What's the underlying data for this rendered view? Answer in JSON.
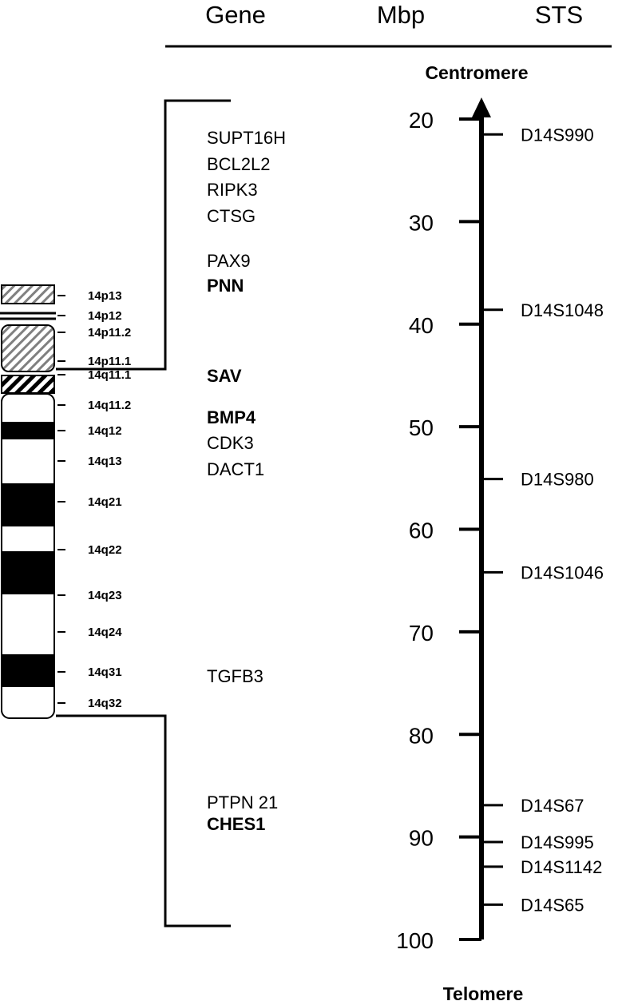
{
  "headers": {
    "gene": "Gene",
    "mbp": "Mbp",
    "sts": "STS"
  },
  "ends": {
    "top": "Centromere",
    "bottom": "Telomere"
  },
  "ideogram": {
    "pattern_colors": {
      "stalk_hatch": "#808080",
      "centromere_hatch": "#000000",
      "dark_band": "#000000",
      "light_band": "#ffffff"
    },
    "bands": [
      {
        "label": "14p13"
      },
      {
        "label": "14p12"
      },
      {
        "label": "14p11.2"
      },
      {
        "label": "14p11.1"
      },
      {
        "label": "14q11.1"
      },
      {
        "label": "14q11.2"
      },
      {
        "label": "14q12"
      },
      {
        "label": "14q13"
      },
      {
        "label": "14q21"
      },
      {
        "label": "14q22"
      },
      {
        "label": "14q23"
      },
      {
        "label": "14q24"
      },
      {
        "label": "14q31"
      },
      {
        "label": "14q32"
      }
    ]
  },
  "genes": [
    {
      "name": "SUPT16H",
      "bold": false
    },
    {
      "name": "BCL2L2",
      "bold": false
    },
    {
      "name": "RIPK3",
      "bold": false
    },
    {
      "name": "CTSG",
      "bold": false
    },
    {
      "name": "PAX9",
      "bold": false
    },
    {
      "name": "PNN",
      "bold": true
    },
    {
      "name": "SAV",
      "bold": true
    },
    {
      "name": "BMP4",
      "bold": true
    },
    {
      "name": "CDK3",
      "bold": false
    },
    {
      "name": "DACT1",
      "bold": false
    },
    {
      "name": "TGFB3",
      "bold": false
    },
    {
      "name": "PTPN 21",
      "bold": false
    },
    {
      "name": "CHES1",
      "bold": true
    }
  ],
  "scale": {
    "ticks": [
      "20",
      "30",
      "40",
      "50",
      "60",
      "70",
      "80",
      "90",
      "100"
    ]
  },
  "sts_markers": [
    {
      "name": "D14S990",
      "mbp": 21.5
    },
    {
      "name": "D14S1048",
      "mbp": 38.6
    },
    {
      "name": "D14S980",
      "mbp": 55.1
    },
    {
      "name": "D14S1046",
      "mbp": 64.2
    },
    {
      "name": "D14S67",
      "mbp": 86.9
    },
    {
      "name": "D14S995",
      "mbp": 90.5
    },
    {
      "name": "D14S1142",
      "mbp": 92.9
    },
    {
      "name": "D14S65",
      "mbp": 96.6
    }
  ]
}
